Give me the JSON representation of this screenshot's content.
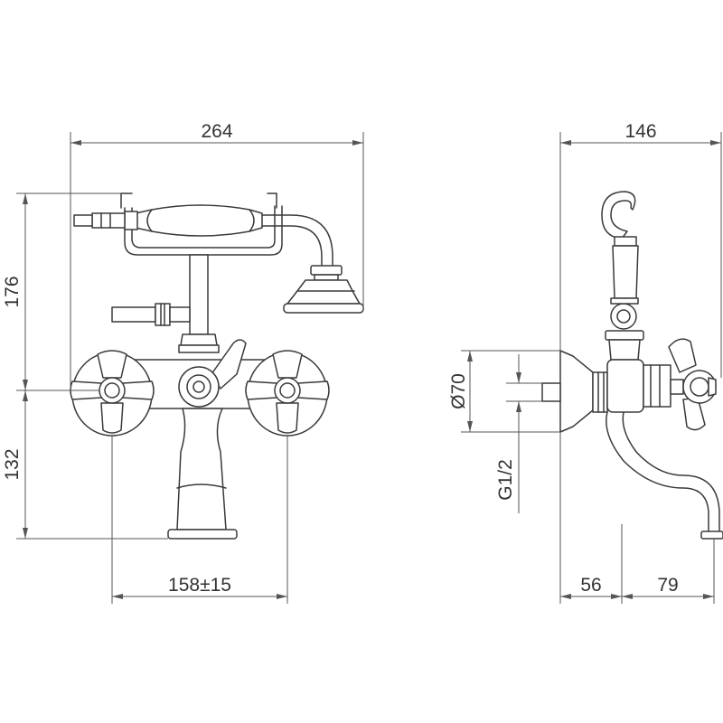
{
  "front_view": {
    "overall_width": "264",
    "upper_height": "176",
    "lower_height": "132",
    "handle_spacing": "158±15"
  },
  "side_view": {
    "overall_depth": "146",
    "flange_diameter": "Ø70",
    "thread_size": "G1/2",
    "wall_to_axis": "56",
    "axis_to_spout": "79"
  }
}
